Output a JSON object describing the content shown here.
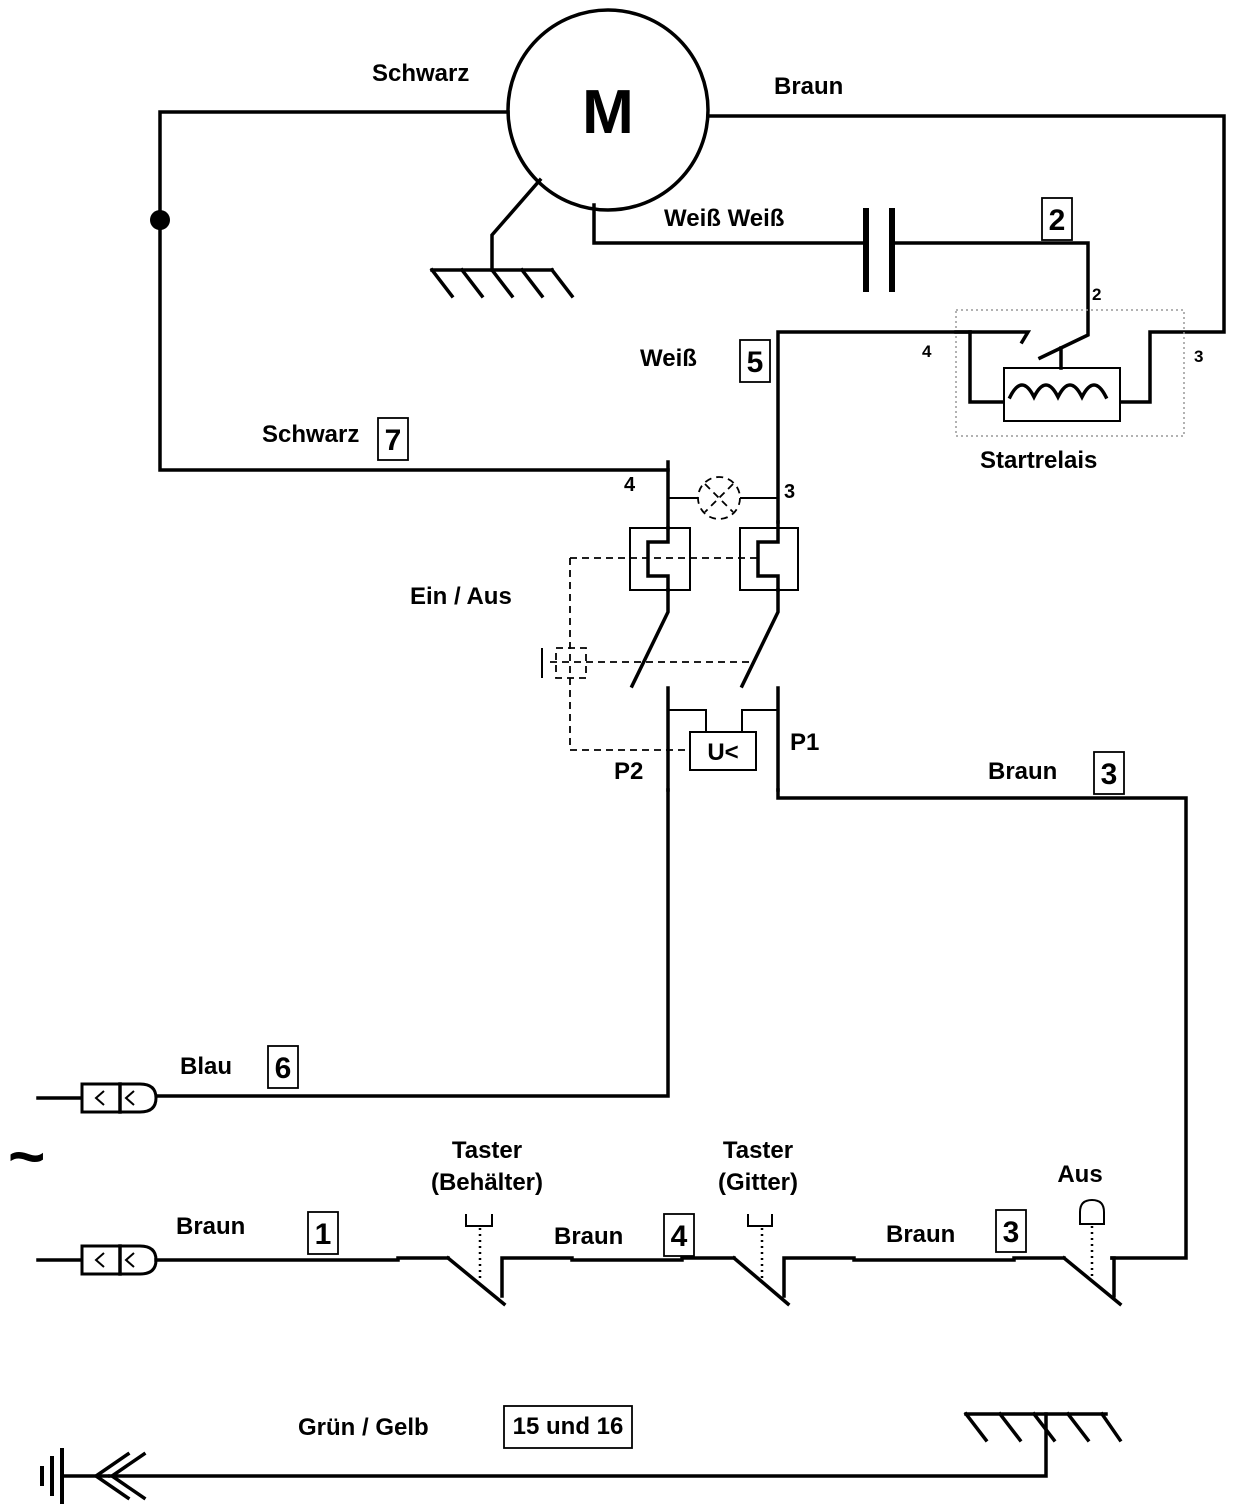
{
  "motor": {
    "symbol": "M"
  },
  "wires": {
    "schwarz_top": "Schwarz",
    "braun_top": "Braun",
    "weiss_weiss": "Weiß Weiß",
    "weiss": "Weiß",
    "schwarz_mid": "Schwarz",
    "braun_right": "Braun",
    "blau": "Blau",
    "braun_bottom_1": "Braun",
    "braun_bottom_2": "Braun",
    "braun_bottom_3": "Braun",
    "gruen_gelb": "Grün / Gelb"
  },
  "tags": {
    "t2": "2",
    "t5": "5",
    "t7": "7",
    "t3_right": "3",
    "t6": "6",
    "t1": "1",
    "t4": "4",
    "t3_bottom": "3",
    "t15": "15 und 16"
  },
  "terminals": {
    "relay_2": "2",
    "relay_4": "4",
    "relay_3": "3",
    "switch_4": "4",
    "switch_3": "3",
    "p1": "P1",
    "p2": "P2"
  },
  "components": {
    "startrelais": "Startrelais",
    "ein_aus": "Ein / Aus",
    "undervoltage": "U<",
    "taster_behaelter_1": "Taster",
    "taster_behaelter_2": "(Behälter)",
    "taster_gitter_1": "Taster",
    "taster_gitter_2": "(Gitter)",
    "aus": "Aus",
    "ac_symbol": "~"
  }
}
